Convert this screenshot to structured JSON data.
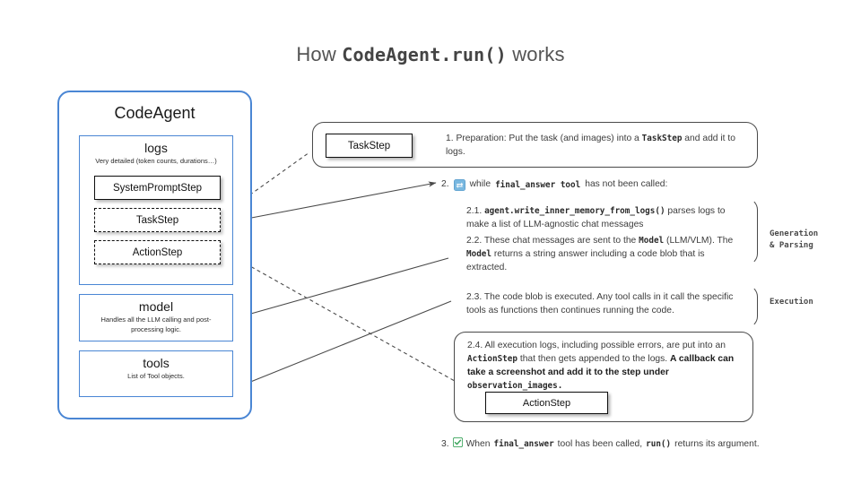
{
  "title": {
    "prefix": "How ",
    "code": "CodeAgent.run()",
    "suffix": " works"
  },
  "agent_panel": {
    "title": "CodeAgent",
    "logs": {
      "title": "logs",
      "subtitle": "Very detailed (token counts, durations…)",
      "steps": [
        {
          "label": "SystemPromptStep",
          "style": "solid"
        },
        {
          "label": "TaskStep",
          "style": "dashed"
        },
        {
          "label": "ActionStep",
          "style": "dashed"
        }
      ]
    },
    "model": {
      "title": "model",
      "subtitle": "Handles all the LLM calling and post-processing logic."
    },
    "tools": {
      "title": "tools",
      "subtitle": "List of Tool objects."
    }
  },
  "steps": {
    "step1": {
      "chip_label": "TaskStep",
      "number": "1.",
      "text_a": " Preparation: Put the task (and images) into a ",
      "code_a": "TaskStep",
      "text_b": " and add it to logs."
    },
    "step2": {
      "number": "2.",
      "icon": "repeat-loop-icon",
      "text_a": "while ",
      "code_a": "final_answer tool",
      "text_b": " has not been called:"
    },
    "step21": {
      "number": "2.1.",
      "code_a": "agent.write_inner_memory_from_logs()",
      "text_a": " parses logs to make a list of LLM-agnostic chat messages"
    },
    "step22": {
      "number": "2.2.",
      "text_a": " These chat messages are sent to the ",
      "code_a": "Model",
      "text_b": " (LLM/VLM). The ",
      "code_b": "Model",
      "text_c": " returns a string answer including a code blob that is extracted."
    },
    "step23": {
      "number": "2.3.",
      "text_a": " The code blob is executed. Any tool calls in it call the specific tools as functions then continues running the code."
    },
    "step24": {
      "number": "2.4.",
      "text_a": " All execution logs, including possible errors, are put into an ",
      "code_a": "ActionStep",
      "text_b": " that then gets appended to the logs. ",
      "bold_a": "A callback can  take a screenshot and add it to the step under ",
      "code_b": "observation_images.",
      "chip_label": "ActionStep"
    },
    "step3": {
      "number": "3.",
      "icon": "green-check-icon",
      "text_a": "When ",
      "code_a": "final_answer",
      "text_b": " tool has been called, ",
      "code_b": "run()",
      "text_c": " returns its argument."
    }
  },
  "bracket_labels": {
    "generation": "Generation\n& Parsing",
    "execution": "Execution"
  },
  "colors": {
    "brand_blue": "#4a86d4",
    "text_gray": "#3c3c3c",
    "title_gray": "#545454",
    "stroke": "#4a4a4a",
    "check_green": "#3ba55c"
  }
}
